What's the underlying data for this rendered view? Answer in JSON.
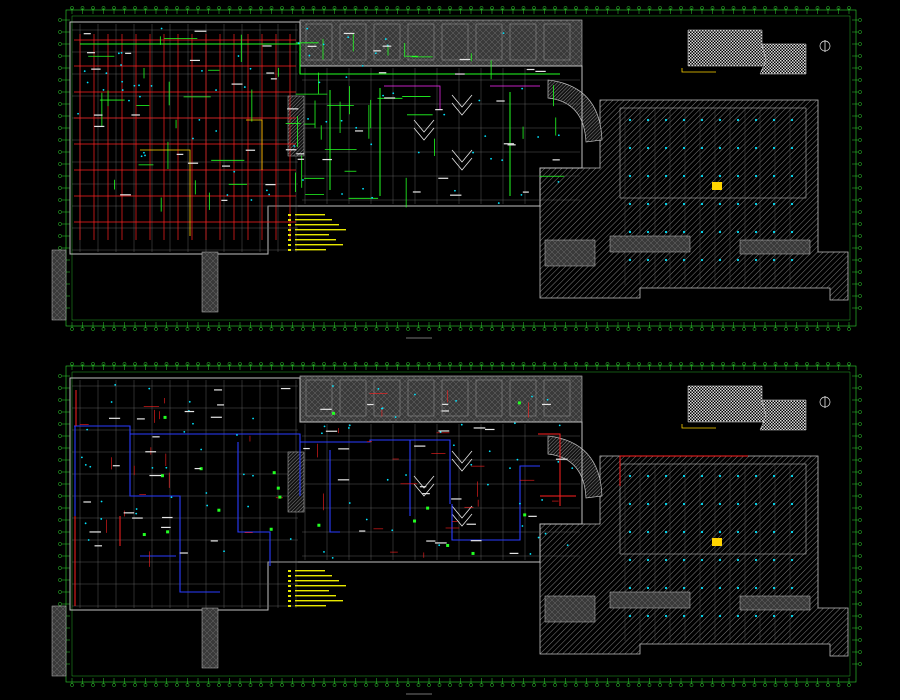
{
  "viewport": {
    "width": 900,
    "height": 700
  },
  "colors": {
    "background": "#000000",
    "frame_grid": "#2fd42f",
    "wall": "#bfbfbf",
    "hatch": "#8a8a8a",
    "pipe_red": "#ff2020",
    "pipe_green": "#22ff22",
    "pipe_blue": "#2a3cff",
    "pipe_yellow": "#ffd400",
    "pipe_cyan": "#00e5ff",
    "pipe_magenta": "#ff2cff",
    "legend_text": "#e8e800",
    "label_white": "#e6e6e6"
  },
  "sheets": [
    {
      "id": "sheet-top",
      "pipe_primary": "pipe_red",
      "pipe_secondary": "pipe_green",
      "north_symbol": "north-arrow-icon"
    },
    {
      "id": "sheet-bottom",
      "pipe_primary": "pipe_blue",
      "pipe_secondary": "pipe_red",
      "north_symbol": "north-arrow-icon"
    }
  ]
}
